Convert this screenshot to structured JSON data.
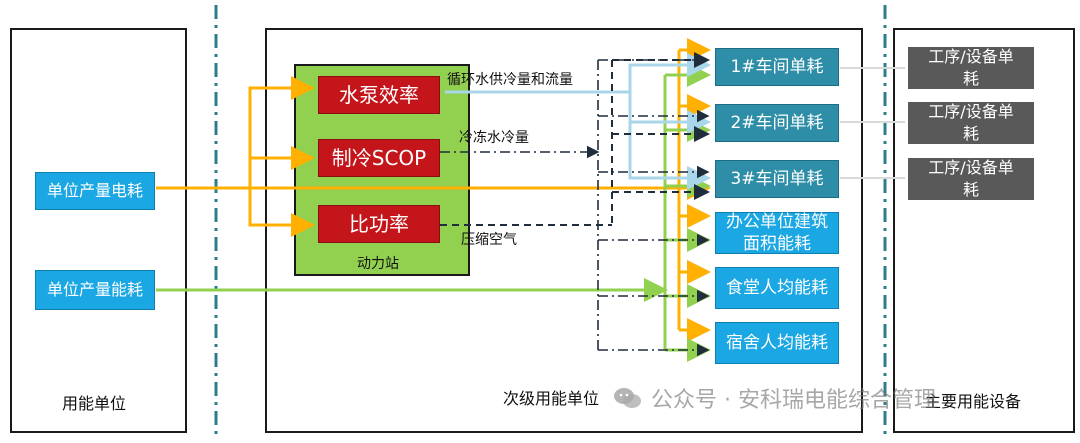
{
  "panels": {
    "left": "用能单位",
    "middle": "次级用能单位",
    "right": "主要用能设备"
  },
  "sources": {
    "electricity": "单位产量电耗",
    "energy": "单位产量能耗"
  },
  "power_station": {
    "label": "动力站",
    "pump": "水泵效率",
    "cooling": "制冷SCOP",
    "compressor": "比功率"
  },
  "flows": {
    "circulating": "循环水供冷量和流量",
    "chilled": "冷冻水冷量",
    "air": "压缩空气"
  },
  "consumers": [
    "1#车间单耗",
    "2#车间单耗",
    "3#车间单耗",
    "办公单位建筑面积能耗",
    "食堂人均能耗",
    "宿舍人均能耗"
  ],
  "equipment": [
    "工序/设备单耗",
    "工序/设备单耗",
    "工序/设备单耗"
  ],
  "watermark": "公众号 · 安科瑞电能综合管理",
  "colors": {
    "orange_line": "#ffb000",
    "green_line": "#92d050",
    "light_blue_line": "#a9d6e8",
    "dark_dash_line": "#1f2d3d",
    "teal_divider": "#2e7d8c"
  }
}
